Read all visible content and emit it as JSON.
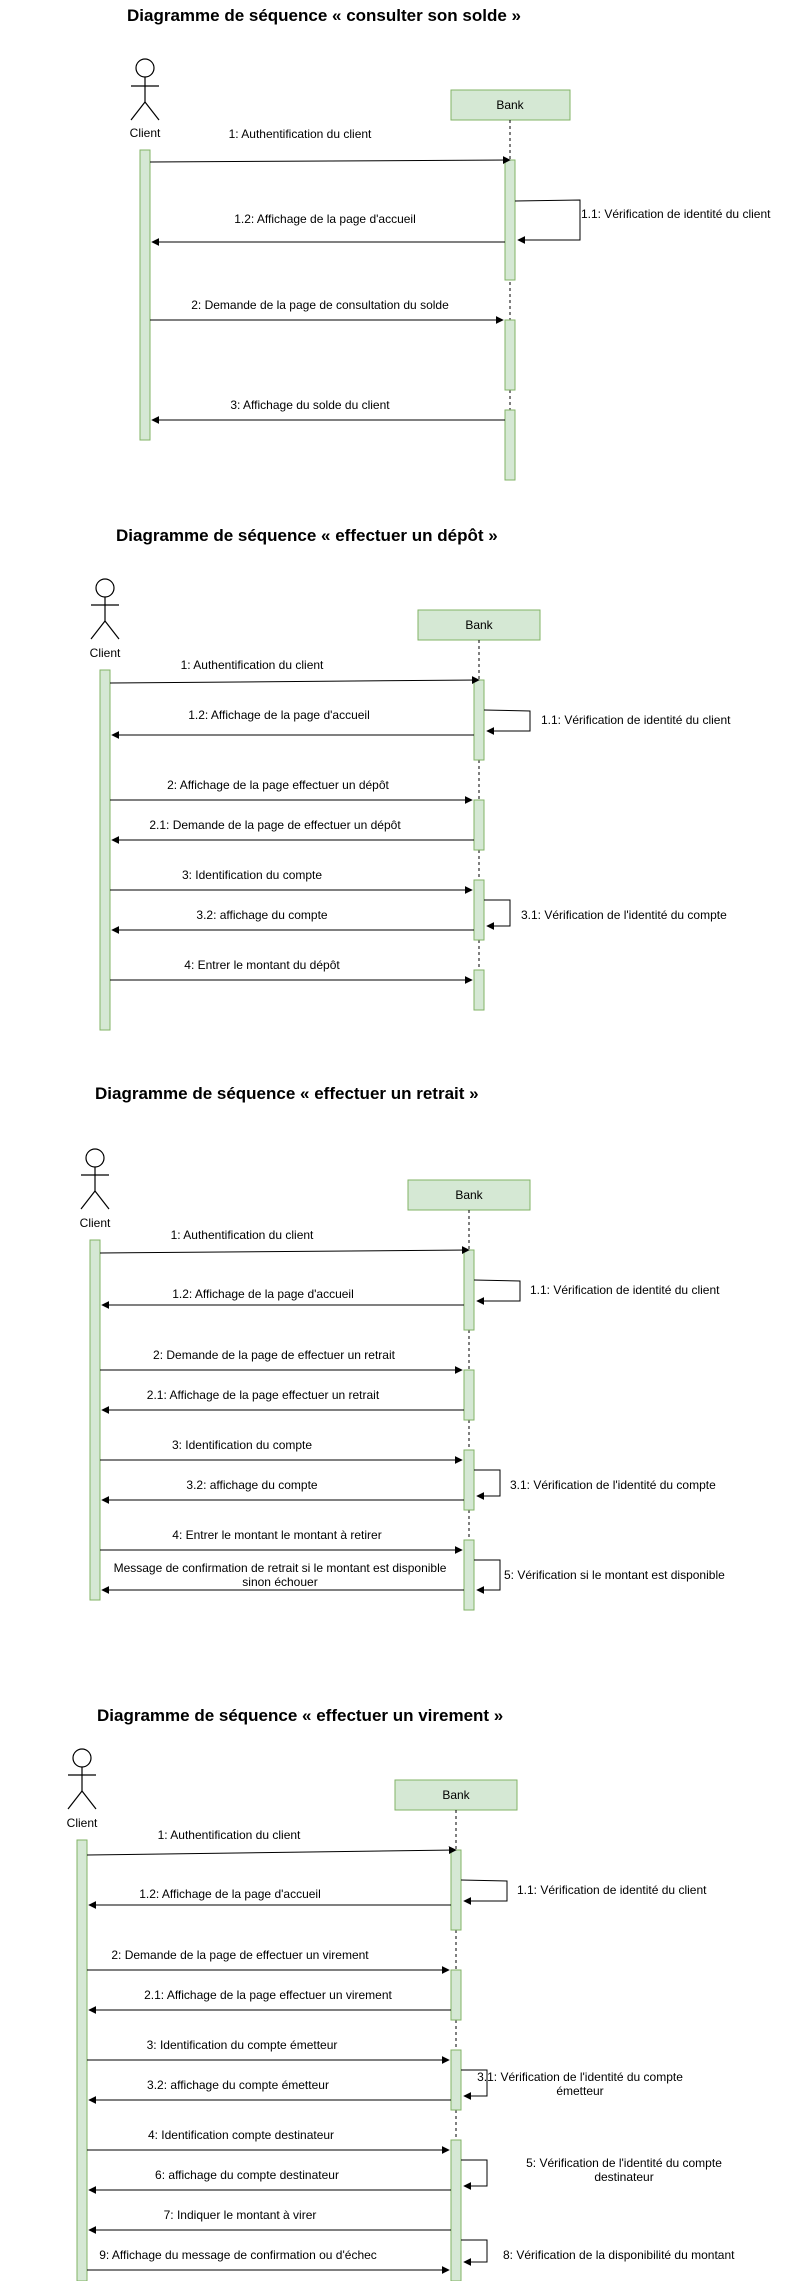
{
  "colors": {
    "box_fill": "#d5e8d4",
    "box_stroke": "#82b366",
    "line": "#000000",
    "text": "#000000"
  },
  "diagrams": [
    {
      "title": "Diagramme de séquence  « consulter son solde »",
      "actor_label": "Client",
      "lifeline_label": "Bank",
      "messages": [
        {
          "label": "1: Authentification du client",
          "dir": "right"
        },
        {
          "label": "1.1: Vérification de identité du client",
          "dir": "self"
        },
        {
          "label": "1.2: Affichage de la page d'accueil",
          "dir": "left"
        },
        {
          "label": "2: Demande de la page de consultation du solde",
          "dir": "right"
        },
        {
          "label": "3: Affichage du solde du client",
          "dir": "left"
        }
      ]
    },
    {
      "title": "Diagramme de séquence  « effectuer un dépôt  »",
      "actor_label": "Client",
      "lifeline_label": "Bank",
      "messages": [
        {
          "label": "1: Authentification du client",
          "dir": "right"
        },
        {
          "label": "1.1: Vérification de identité du client",
          "dir": "self"
        },
        {
          "label": "1.2: Affichage de la page d'accueil",
          "dir": "left"
        },
        {
          "label": "2: Affichage de la page effectuer un dépôt",
          "dir": "right"
        },
        {
          "label": "2.1: Demande de la page de effectuer un dépôt",
          "dir": "left"
        },
        {
          "label": "3: Identification du compte",
          "dir": "right"
        },
        {
          "label": "3.1: Vérification de l'identité  du compte",
          "dir": "self"
        },
        {
          "label": "3.2: affichage du compte",
          "dir": "left"
        },
        {
          "label": "4: Entrer le montant du dépôt",
          "dir": "right"
        }
      ]
    },
    {
      "title": "Diagramme de séquence  « effectuer un retrait  »",
      "actor_label": "Client",
      "lifeline_label": "Bank",
      "messages": [
        {
          "label": "1: Authentification du client",
          "dir": "right"
        },
        {
          "label": "1.1: Vérification de identité du client",
          "dir": "self"
        },
        {
          "label": "1.2: Affichage de la page d'accueil",
          "dir": "left"
        },
        {
          "label": "2: Demande de la page de effectuer un  retrait",
          "dir": "right"
        },
        {
          "label": "2.1: Affichage de la page effectuer un retrait",
          "dir": "left"
        },
        {
          "label": "3: Identification du compte",
          "dir": "right"
        },
        {
          "label": "3.1: Vérification de l'identité  du compte",
          "dir": "self"
        },
        {
          "label": "3.2: affichage du compte",
          "dir": "left"
        },
        {
          "label": "4: Entrer le montant le montant à retirer",
          "dir": "right"
        },
        {
          "label": "5: Vérification si le montant est disponible",
          "dir": "self"
        },
        {
          "label": "Message de confirmation de retrait si le montant est disponible\nsinon échouer",
          "dir": "left"
        }
      ]
    },
    {
      "title": "Diagramme de séquence  « effectuer un virement »",
      "actor_label": "Client",
      "lifeline_label": "Bank",
      "messages": [
        {
          "label": "1: Authentification du client",
          "dir": "right"
        },
        {
          "label": "1.1: Vérification de identité du client",
          "dir": "self"
        },
        {
          "label": "1.2: Affichage de la page d'accueil",
          "dir": "left"
        },
        {
          "label": "2: Demande de la page de effectuer un  virement",
          "dir": "right"
        },
        {
          "label": "2.1: Affichage de la page effectuer un virement",
          "dir": "left"
        },
        {
          "label": "3: Identification du compte émetteur",
          "dir": "right"
        },
        {
          "label": "3.1: Vérification de l'identité  du compte\németteur",
          "dir": "self"
        },
        {
          "label": "3.2: affichage du compte émetteur",
          "dir": "left"
        },
        {
          "label": "4: Identification compte destinateur",
          "dir": "right"
        },
        {
          "label": "5: Vérification de l'identité du compte\ndestinateur",
          "dir": "self"
        },
        {
          "label": "6: affichage du compte destinateur",
          "dir": "left"
        },
        {
          "label": "7: Indiquer le montant à virer",
          "dir": "left"
        },
        {
          "label": "8: Vérification de la disponibilité du montant",
          "dir": "self"
        },
        {
          "label": "9: Affichage du message de confirmation ou  d'échec",
          "dir": "right"
        }
      ]
    }
  ]
}
